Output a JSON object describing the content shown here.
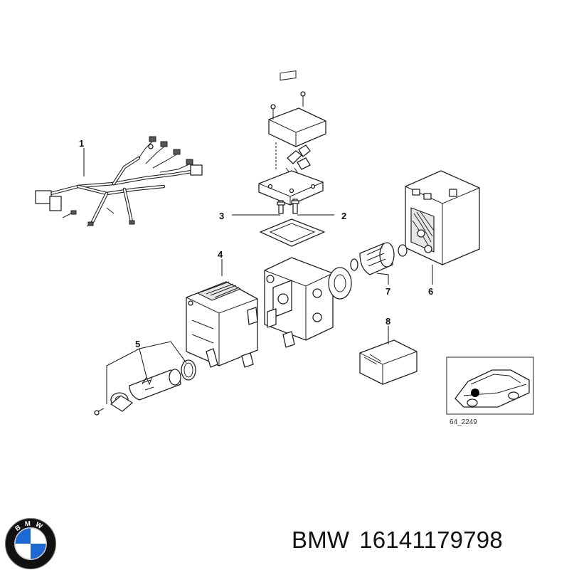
{
  "callouts": [
    {
      "id": "1",
      "text": "1"
    },
    {
      "id": "2",
      "text": "2"
    },
    {
      "id": "3",
      "text": "3"
    },
    {
      "id": "4",
      "text": "4"
    },
    {
      "id": "5",
      "text": "5"
    },
    {
      "id": "6",
      "text": "6"
    },
    {
      "id": "7",
      "text": "7"
    },
    {
      "id": "8",
      "text": "8"
    }
  ],
  "inset": {
    "code": "64_2249"
  },
  "footer": {
    "brand": "BMW",
    "part_number": "16141179798"
  },
  "logo": {
    "letters": "BMW",
    "colors": {
      "blue": "#1c69d4",
      "white": "#ffffff",
      "ring": "#111111"
    }
  }
}
